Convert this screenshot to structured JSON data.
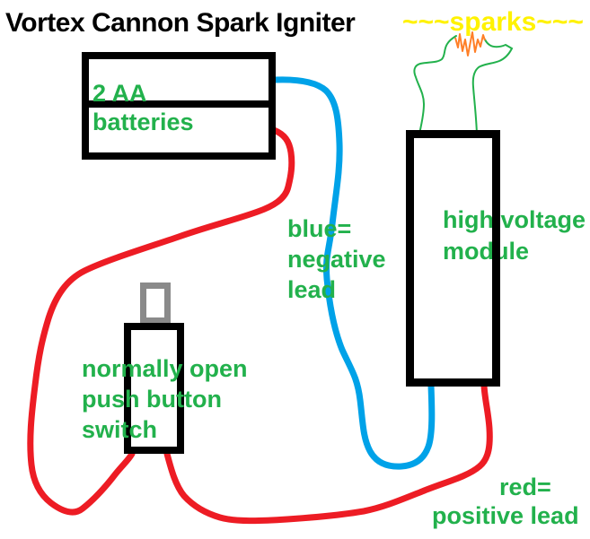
{
  "title": "Vortex Cannon Spark Igniter",
  "sparks_label": "~~~sparks~~~",
  "battery_label": {
    "line1": "2 AA",
    "line2": "batteries"
  },
  "blue_label": {
    "line1": "blue=",
    "line2": "negative",
    "line3": "lead"
  },
  "module_label": {
    "line1": "high voltage",
    "line2": "module"
  },
  "switch_label": {
    "line1": "normally open",
    "line2": "push button",
    "line3": "switch"
  },
  "red_label": {
    "line1": "red=",
    "line2": "positive lead"
  },
  "colors": {
    "text_green": "#22b14c",
    "wire_red": "#ed1c24",
    "wire_blue": "#00a2e8",
    "spark_orange": "#ff7f27",
    "sparks_yellow": "#fff200",
    "button_gray": "#8a8a8a",
    "outline_black": "#000000"
  },
  "components": {
    "battery": "2 AA battery holder (two compartments)",
    "switch": "normally open push button switch",
    "module": "high voltage module",
    "negative_wire": "blue negative lead from battery to module",
    "positive_wire_1": "red positive lead from battery to switch",
    "positive_wire_2": "red positive lead from switch to module",
    "spark": "spark across electrode gap above module"
  }
}
